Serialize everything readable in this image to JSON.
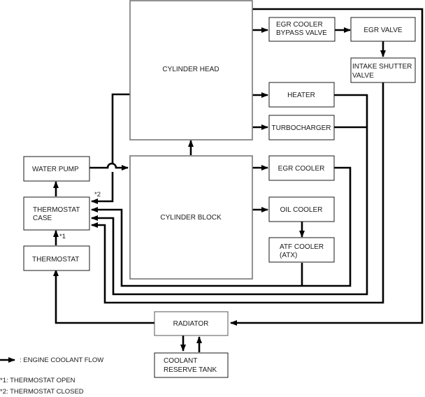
{
  "diagram": {
    "title": "Engine Coolant Flow Diagram",
    "components": {
      "cylinder_head": "CYLINDER HEAD",
      "cylinder_block": "CYLINDER BLOCK",
      "water_pump": "WATER PUMP",
      "thermostat_case": [
        "THERMOSTAT",
        "CASE"
      ],
      "thermostat": "THERMOSTAT",
      "egr_cooler_bypass_valve": [
        "EGR COOLER",
        "BYPASS VALVE"
      ],
      "egr_valve": "EGR VALVE",
      "intake_shutter_valve": [
        "INTAKE SHUTTER",
        "VALVE"
      ],
      "heater": "HEATER",
      "turbocharger": "TURBOCHARGER",
      "egr_cooler": "EGR COOLER",
      "oil_cooler": "OIL COOLER",
      "atf_cooler": [
        "ATF COOLER",
        "(ATX)"
      ],
      "radiator": "RADIATOR",
      "coolant_reserve_tank": [
        "COOLANT",
        "RESERVE TANK"
      ]
    },
    "markers": {
      "star1": "*1",
      "star2": "*2"
    },
    "legend": {
      "arrow_label": ": ENGINE COOLANT FLOW",
      "note1": "*1: THERMOSTAT OPEN",
      "note2": "*2: THERMOSTAT CLOSED"
    }
  }
}
